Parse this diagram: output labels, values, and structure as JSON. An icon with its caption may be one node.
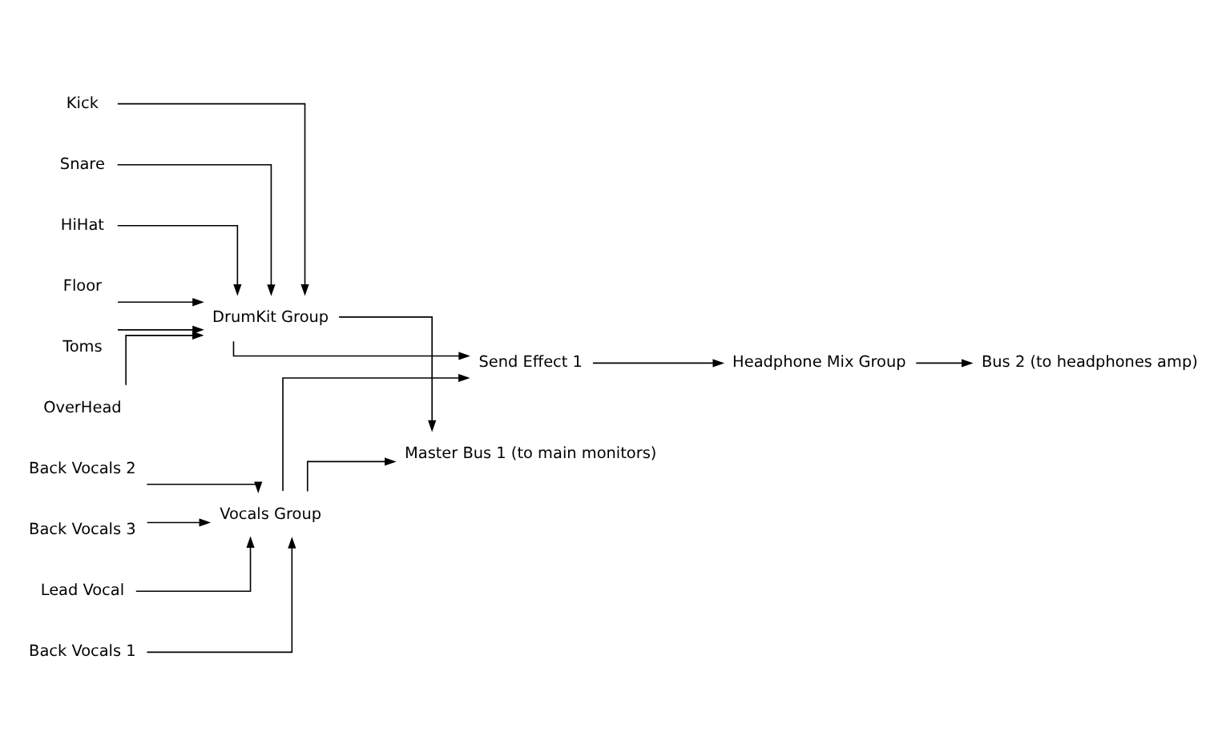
{
  "diagram": {
    "nodes": [
      {
        "text": [
          "Kick"
        ]
      },
      {
        "text": [
          "Snare"
        ]
      },
      {
        "text": [
          "HiHat"
        ]
      },
      {
        "text": [
          "Floor"
        ]
      },
      {
        "text": [
          "Toms"
        ]
      },
      {
        "text": [
          "OverHead"
        ]
      },
      {
        "text": [
          "DrumKit Group"
        ]
      },
      {
        "text": [
          "Send Effect 1"
        ]
      },
      {
        "text": [
          "Master Bus 1 (to main monitors)"
        ]
      },
      {
        "text": [
          "Lead Vocal"
        ]
      },
      {
        "text": [
          "Back Vocals 1"
        ]
      },
      {
        "text": [
          "Back Vocals 2"
        ]
      },
      {
        "text": [
          "Back Vocals 3"
        ]
      },
      {
        "text": [
          "Vocals Group"
        ]
      },
      {
        "text": [
          "Headphone Mix Group"
        ]
      },
      {
        "text": [
          "Bus 2 (to headphones amp)"
        ]
      }
    ],
    "edges": [
      {
        "from": 0,
        "to": 6,
        "arrow": "to"
      },
      {
        "from": 1,
        "to": 6,
        "arrow": "to"
      },
      {
        "from": 2,
        "to": 6,
        "arrow": "to"
      },
      {
        "from": 3,
        "to": 6,
        "arrow": "to"
      },
      {
        "from": 4,
        "to": 6,
        "arrow": "to"
      },
      {
        "from": 5,
        "to": 6,
        "arrow": "to"
      },
      {
        "from": 6,
        "to": 7,
        "arrow": "to"
      },
      {
        "from": 9,
        "to": 13,
        "arrow": "to"
      },
      {
        "from": 10,
        "to": 13,
        "arrow": "to"
      },
      {
        "from": 11,
        "to": 13,
        "arrow": "to"
      },
      {
        "from": 12,
        "to": 13,
        "arrow": "to"
      },
      {
        "from": 13,
        "to": 7,
        "arrow": "to"
      },
      {
        "from": 6,
        "to": 8,
        "arrow": "to"
      },
      {
        "from": 13,
        "to": 8,
        "arrow": "to"
      },
      {
        "from": 7,
        "to": 14,
        "arrow": "to"
      },
      {
        "from": 14,
        "to": 15,
        "arrow": "to"
      }
    ]
  }
}
